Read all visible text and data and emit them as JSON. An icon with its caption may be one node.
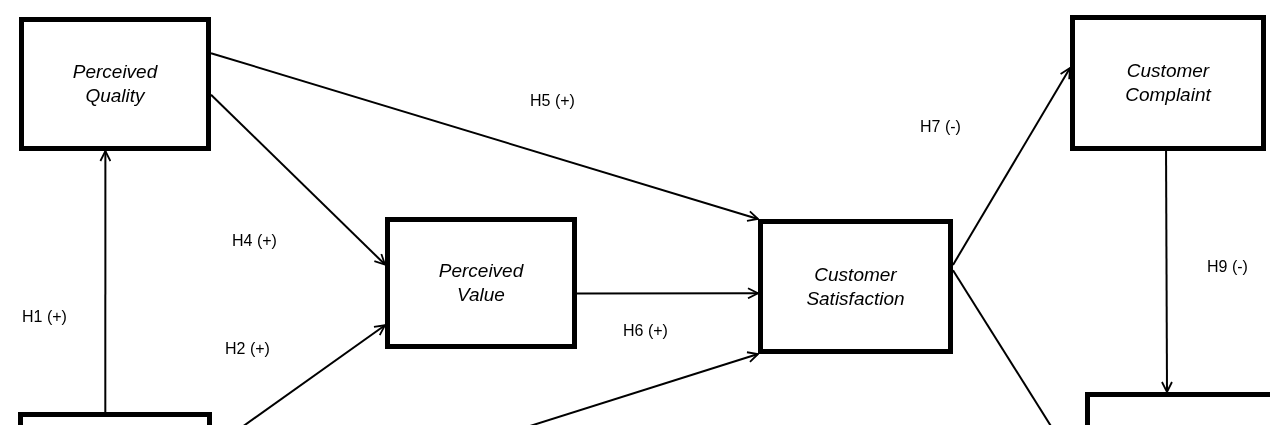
{
  "diagram": {
    "nodes": [
      {
        "text": [
          "Perceived Quality"
        ]
      },
      {
        "text": [
          "Perceived Value"
        ]
      },
      {
        "text": [
          "Customer Satisfaction"
        ]
      },
      {
        "text": [
          "Customer Complaint"
        ]
      },
      {
        "text": [],
        "shape": "box"
      },
      {
        "text": [],
        "shape": "box"
      }
    ],
    "edges": [
      {
        "from": 4,
        "to": 0,
        "arrow": "to",
        "label": "H1 (+)"
      },
      {
        "from": 0,
        "to": 1,
        "arrow": "to",
        "label": "H4 (+)"
      },
      {
        "from": 0,
        "to": 2,
        "arrow": "to",
        "label": "H5 (+)"
      },
      {
        "from": 4,
        "to": 1,
        "arrow": "to",
        "label": "H2 (+)"
      },
      {
        "from": 1,
        "to": 2,
        "arrow": "to",
        "label": "H6 (+)"
      },
      {
        "from": 4,
        "to": 2,
        "arrow": "to"
      },
      {
        "from": 2,
        "to": 3,
        "arrow": "to",
        "label": "H7 (-)"
      },
      {
        "from": 2,
        "to": 5,
        "arrow": "to"
      },
      {
        "from": 3,
        "to": 5,
        "arrow": "to",
        "label": "H9 (-)"
      }
    ]
  }
}
